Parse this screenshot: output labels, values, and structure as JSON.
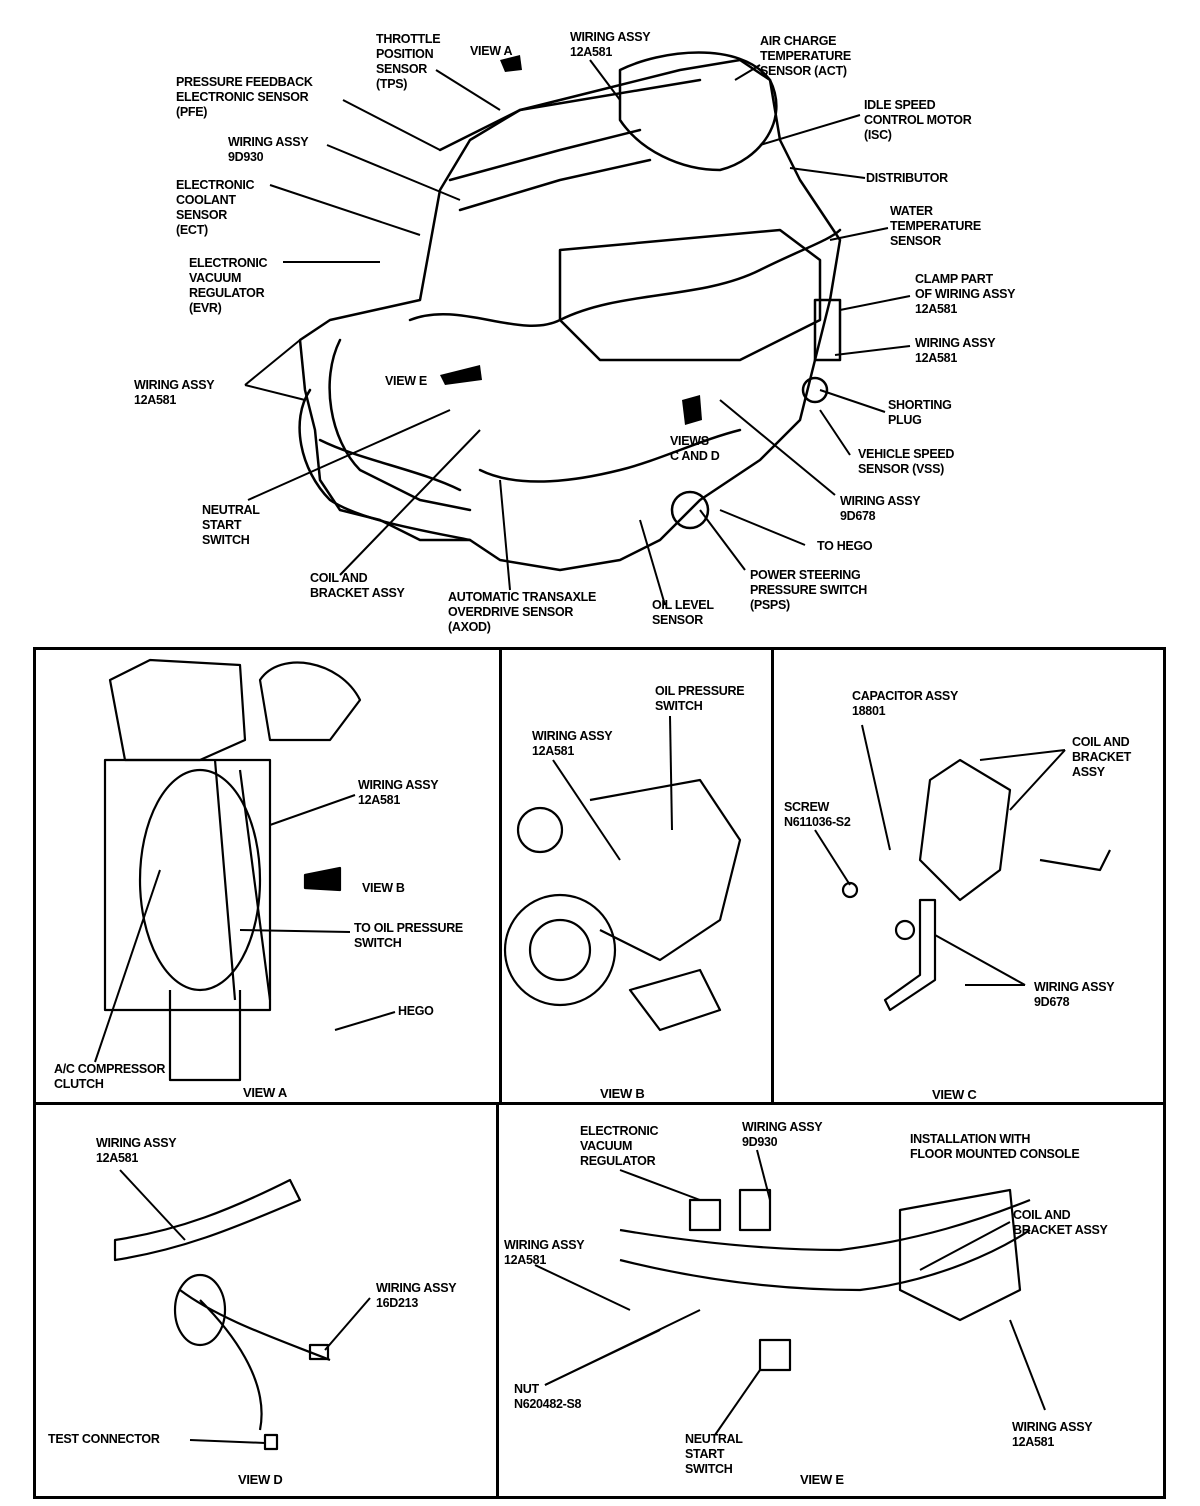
{
  "main_view": {
    "labels": [
      {
        "id": "tps",
        "lines": [
          "THROTTLE",
          "POSITION",
          "SENSOR",
          "(TPS)"
        ]
      },
      {
        "id": "view-a-ref",
        "lines": [
          "VIEW A"
        ]
      },
      {
        "id": "wiring-12a581-top",
        "lines": [
          "WIRING ASSY",
          "12A581"
        ]
      },
      {
        "id": "act",
        "lines": [
          "AIR CHARGE",
          "TEMPERATURE",
          "SENSOR (ACT)"
        ]
      },
      {
        "id": "pfe",
        "lines": [
          "PRESSURE FEEDBACK",
          "ELECTRONIC SENSOR",
          "(PFE)"
        ]
      },
      {
        "id": "isc",
        "lines": [
          "IDLE SPEED",
          "CONTROL MOTOR",
          "(ISC)"
        ]
      },
      {
        "id": "wiring-9d930",
        "lines": [
          "WIRING ASSY",
          "9D930"
        ]
      },
      {
        "id": "distributor",
        "lines": [
          "DISTRIBUTOR"
        ]
      },
      {
        "id": "ect",
        "lines": [
          "ELECTRONIC",
          "COOLANT",
          "SENSOR",
          "(ECT)"
        ]
      },
      {
        "id": "water-temp",
        "lines": [
          "WATER",
          "TEMPERATURE",
          "SENSOR"
        ]
      },
      {
        "id": "evr",
        "lines": [
          "ELECTRONIC",
          "VACUUM",
          "REGULATOR",
          "(EVR)"
        ]
      },
      {
        "id": "clamp",
        "lines": [
          "CLAMP PART",
          "OF WIRING ASSY",
          "12A581"
        ]
      },
      {
        "id": "wiring-12a581-right",
        "lines": [
          "WIRING ASSY",
          "12A581"
        ]
      },
      {
        "id": "wiring-12a581-left",
        "lines": [
          "WIRING ASSY",
          "12A581"
        ]
      },
      {
        "id": "view-e-ref",
        "lines": [
          "VIEW E"
        ]
      },
      {
        "id": "shorting-plug",
        "lines": [
          "SHORTING",
          "PLUG"
        ]
      },
      {
        "id": "views-cd-ref",
        "lines": [
          "VIEWS",
          "C AND D"
        ]
      },
      {
        "id": "vss",
        "lines": [
          "VEHICLE SPEED",
          "SENSOR (VSS)"
        ]
      },
      {
        "id": "neutral-start",
        "lines": [
          "NEUTRAL",
          "START",
          "SWITCH"
        ]
      },
      {
        "id": "wiring-9d678",
        "lines": [
          "WIRING ASSY",
          "9D678"
        ]
      },
      {
        "id": "to-hego",
        "lines": [
          "TO HEGO"
        ]
      },
      {
        "id": "coil-bracket",
        "lines": [
          "COIL AND",
          "BRACKET ASSY"
        ]
      },
      {
        "id": "axod",
        "lines": [
          "AUTOMATIC TRANSAXLE",
          "OVERDRIVE SENSOR",
          "(AXOD)"
        ]
      },
      {
        "id": "oil-level",
        "lines": [
          "OIL LEVEL",
          "SENSOR"
        ]
      },
      {
        "id": "psps",
        "lines": [
          "POWER STEERING",
          "PRESSURE SWITCH",
          "(PSPS)"
        ]
      }
    ]
  },
  "views": {
    "a": {
      "caption": "VIEW A",
      "labels": [
        {
          "id": "wiring-12a581",
          "lines": [
            "WIRING ASSY",
            "12A581"
          ]
        },
        {
          "id": "view-b-ref",
          "lines": [
            "VIEW B"
          ]
        },
        {
          "id": "to-oil-pressure",
          "lines": [
            "TO OIL PRESSURE",
            "SWITCH"
          ]
        },
        {
          "id": "hego",
          "lines": [
            "HEGO"
          ]
        },
        {
          "id": "ac-clutch",
          "lines": [
            "A/C COMPRESSOR",
            "CLUTCH"
          ]
        }
      ]
    },
    "b": {
      "caption": "VIEW B",
      "labels": [
        {
          "id": "oil-pressure-switch",
          "lines": [
            "OIL PRESSURE",
            "SWITCH"
          ]
        },
        {
          "id": "wiring-12a581",
          "lines": [
            "WIRING ASSY",
            "12A581"
          ]
        }
      ]
    },
    "c": {
      "caption": "VIEW C",
      "labels": [
        {
          "id": "capacitor",
          "lines": [
            "CAPACITOR ASSY",
            "18801"
          ]
        },
        {
          "id": "coil-bracket",
          "lines": [
            "COIL AND",
            "BRACKET",
            "ASSY"
          ]
        },
        {
          "id": "screw",
          "lines": [
            "SCREW",
            "N611036-S2"
          ]
        },
        {
          "id": "wiring-9d678",
          "lines": [
            "WIRING ASSY",
            "9D678"
          ]
        }
      ]
    },
    "d": {
      "caption": "VIEW D",
      "labels": [
        {
          "id": "wiring-12a581",
          "lines": [
            "WIRING ASSY",
            "12A581"
          ]
        },
        {
          "id": "wiring-16d213",
          "lines": [
            "WIRING ASSY",
            "16D213"
          ]
        },
        {
          "id": "test-connector",
          "lines": [
            "TEST CONNECTOR"
          ]
        }
      ]
    },
    "e": {
      "caption": "VIEW E",
      "labels": [
        {
          "id": "evr",
          "lines": [
            "ELECTRONIC",
            "VACUUM",
            "REGULATOR"
          ]
        },
        {
          "id": "wiring-9d930",
          "lines": [
            "WIRING ASSY",
            "9D930"
          ]
        },
        {
          "id": "installation-note",
          "lines": [
            "INSTALLATION WITH",
            "FLOOR MOUNTED CONSOLE"
          ]
        },
        {
          "id": "wiring-12a581-left",
          "lines": [
            "WIRING ASSY",
            "12A581"
          ]
        },
        {
          "id": "coil-bracket",
          "lines": [
            "COIL AND",
            "BRACKET ASSY"
          ]
        },
        {
          "id": "nut",
          "lines": [
            "NUT",
            "N620482-S8"
          ]
        },
        {
          "id": "neutral-start",
          "lines": [
            "NEUTRAL",
            "START",
            "SWITCH"
          ]
        },
        {
          "id": "wiring-12a581-right",
          "lines": [
            "WIRING ASSY",
            "12A581"
          ]
        }
      ]
    }
  }
}
